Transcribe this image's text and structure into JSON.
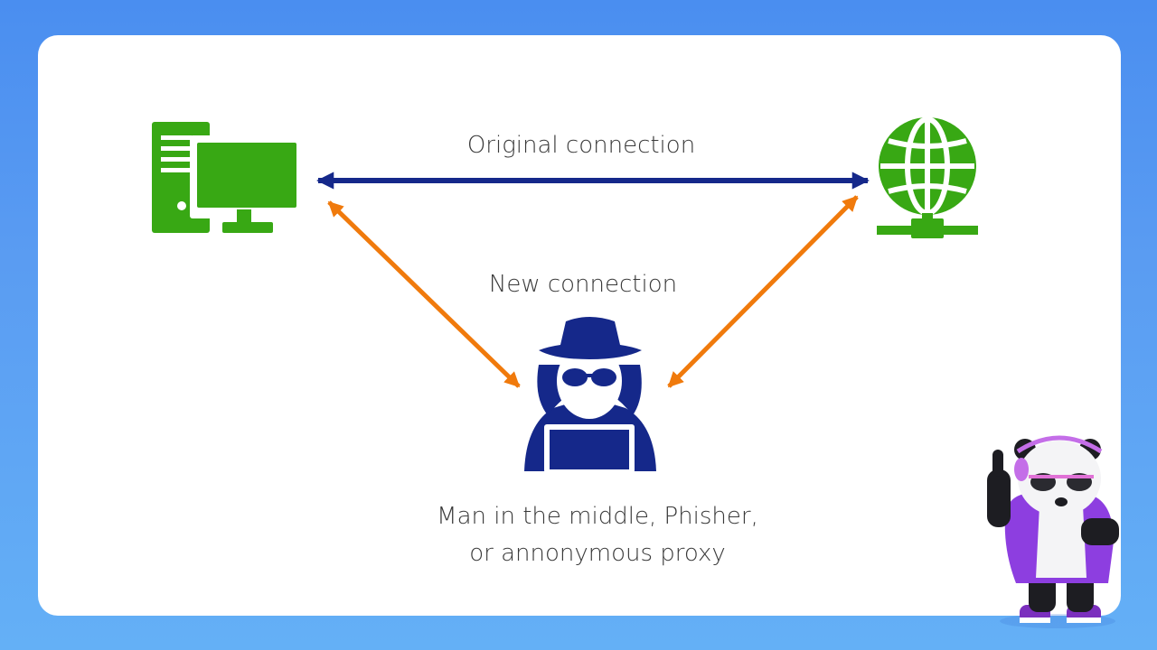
{
  "labels": {
    "original_connection": "Original connection",
    "new_connection": "New connection",
    "attacker_line1": "Man in the middle, Phisher,",
    "attacker_line2": "or annonymous proxy"
  },
  "nodes": {
    "client": "desktop-computer-icon",
    "server": "globe-network-icon",
    "attacker": "hacker-spy-icon",
    "mascot": "panda-mascot"
  },
  "colors": {
    "background": "#4a8ef0",
    "card": "#ffffff",
    "icon_green": "#38a814",
    "navy": "#15288a",
    "orange": "#f07a0c",
    "text": "#3a3a3a"
  }
}
